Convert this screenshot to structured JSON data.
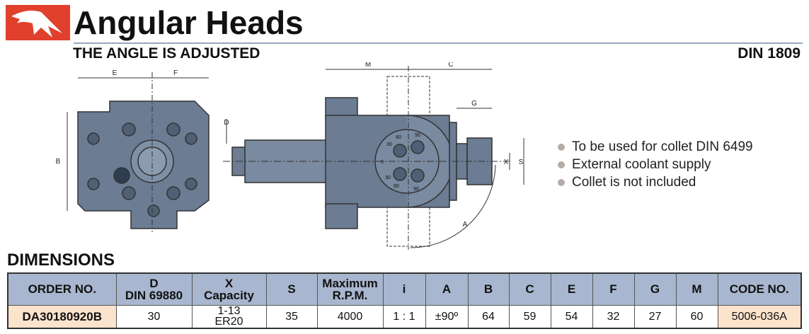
{
  "header": {
    "title": "Angular Heads",
    "subtitle": "THE ANGLE IS ADJUSTED",
    "standard": "DIN 1809"
  },
  "drawing": {
    "labels": {
      "e": "E",
      "f": "F",
      "b": "B",
      "d": "D",
      "m": "M",
      "c": "C",
      "g": "G",
      "x": "X",
      "s": "S",
      "a": "A"
    },
    "dial": [
      "90",
      "60",
      "30",
      "0",
      "30",
      "60",
      "90"
    ]
  },
  "features": [
    "To be used for collet DIN 6499",
    "External coolant supply",
    "Collet is not included"
  ],
  "section_title": "DIMENSIONS",
  "table": {
    "headers": [
      [
        "ORDER NO."
      ],
      [
        "D",
        "DIN 69880"
      ],
      [
        "X",
        "Capacity"
      ],
      [
        "S"
      ],
      [
        "Maximum",
        "R.P.M."
      ],
      [
        "i"
      ],
      [
        "A"
      ],
      [
        "B"
      ],
      [
        "C"
      ],
      [
        "E"
      ],
      [
        "F"
      ],
      [
        "G"
      ],
      [
        "M"
      ],
      [
        "CODE NO."
      ]
    ],
    "row": {
      "order_no": "DA30180920B",
      "d": "30",
      "x": [
        "1-13",
        "ER20"
      ],
      "s": "35",
      "rpm": "4000",
      "i": "1 : 1",
      "a": "±90º",
      "b": "64",
      "c": "59",
      "e": "54",
      "f": "32",
      "g": "27",
      "m": "60",
      "code": "5006-036A"
    }
  }
}
